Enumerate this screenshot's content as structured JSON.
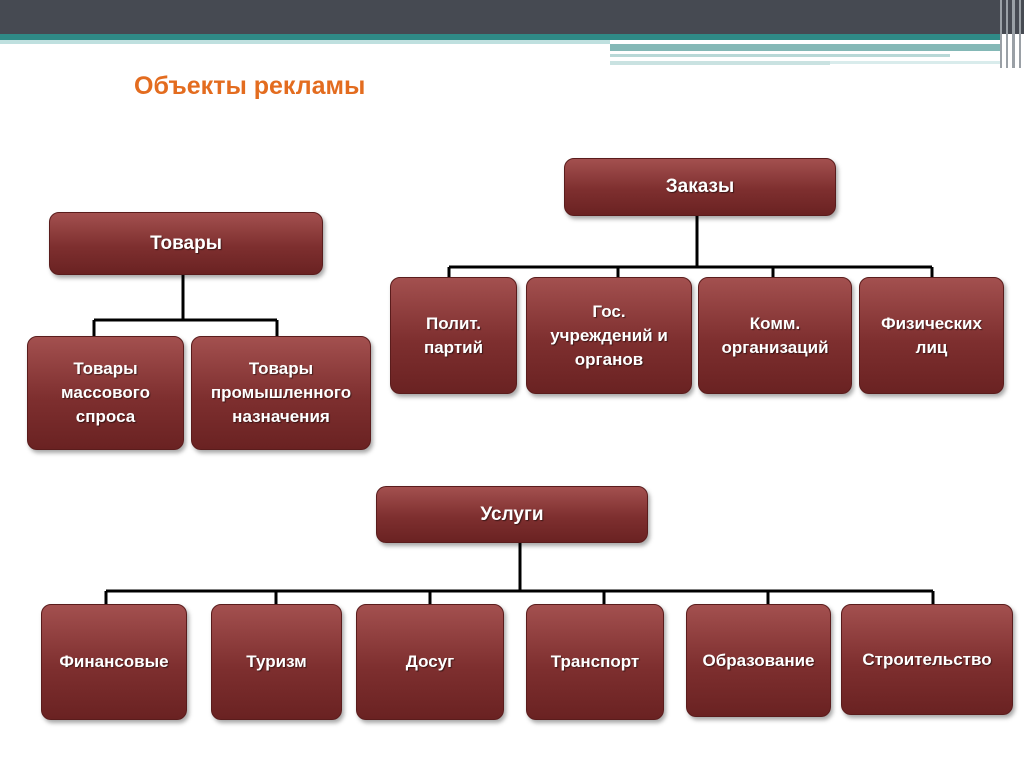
{
  "title": "Объекты рекламы",
  "goods": {
    "label": "Товары",
    "children": [
      {
        "lines": [
          "Товары",
          "массового",
          "спроса"
        ]
      },
      {
        "lines": [
          "Товары",
          "промышленного",
          "назначения"
        ]
      }
    ]
  },
  "orders": {
    "label": "Заказы",
    "children": [
      {
        "lines": [
          "Полит.",
          "партий"
        ]
      },
      {
        "lines": [
          "Гос.",
          "учреждений и",
          "органов"
        ]
      },
      {
        "lines": [
          "Комм.",
          "организаций"
        ]
      },
      {
        "lines": [
          "Физических",
          "лиц"
        ]
      }
    ]
  },
  "services": {
    "label": "Услуги",
    "children": [
      {
        "lines": [
          "Финансовые"
        ]
      },
      {
        "lines": [
          "Туризм"
        ]
      },
      {
        "lines": [
          "Досуг"
        ]
      },
      {
        "lines": [
          "Транспорт"
        ]
      },
      {
        "lines": [
          "Образование"
        ]
      },
      {
        "lines": [
          "Строительство"
        ]
      }
    ]
  }
}
